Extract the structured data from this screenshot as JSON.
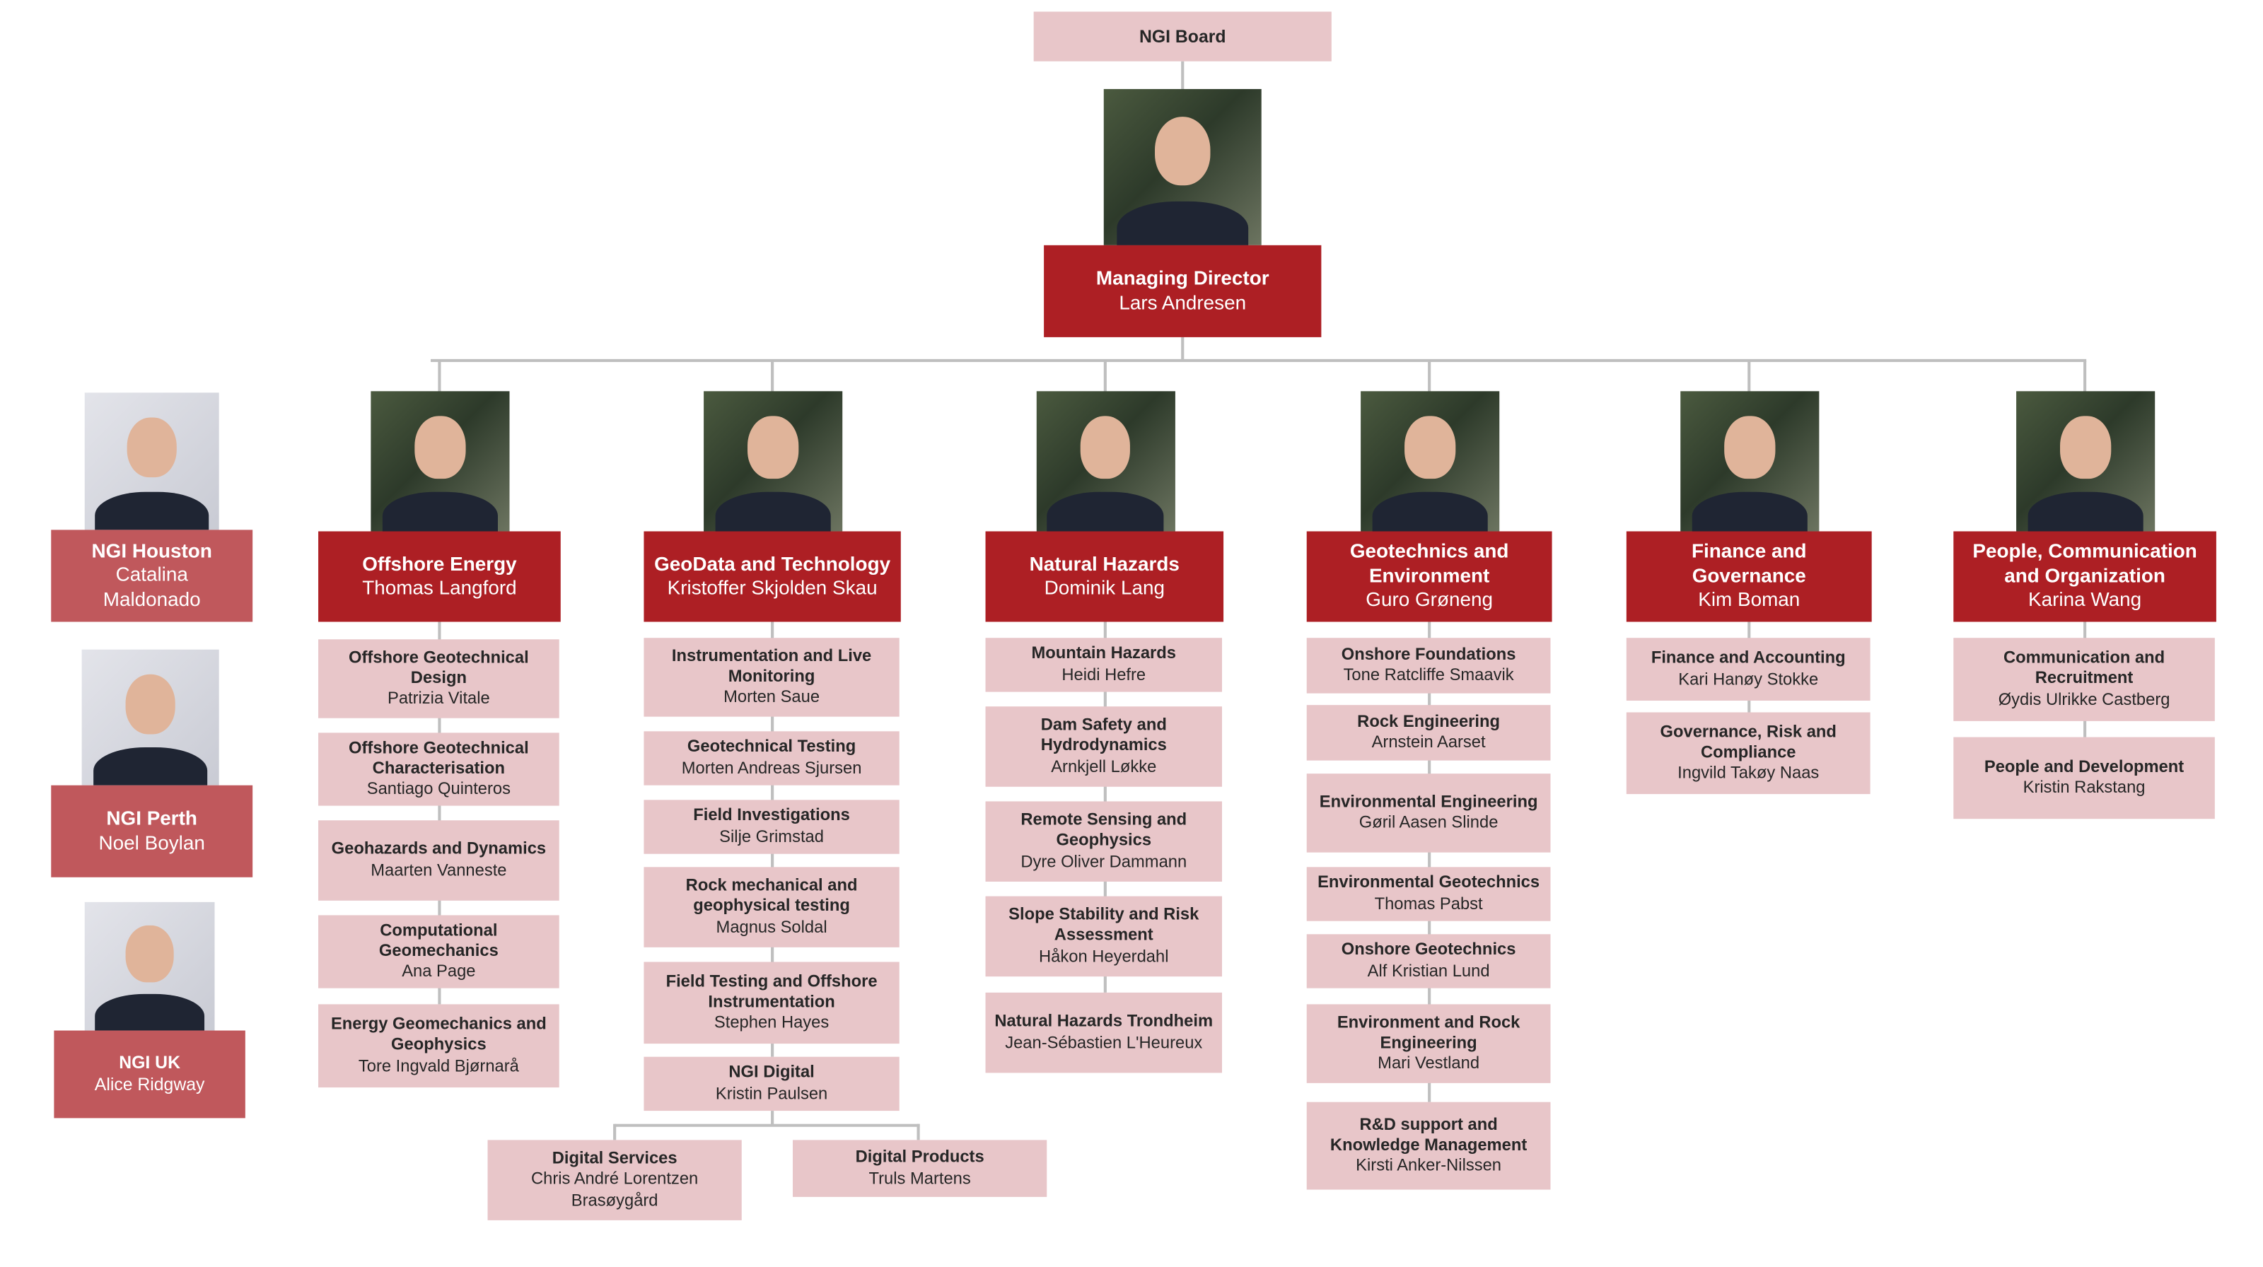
{
  "board": {
    "label": "NGI Board"
  },
  "md": {
    "title": "Managing Director",
    "name": "Lars Andresen"
  },
  "regions": [
    {
      "title": "NGI Houston",
      "name": "Catalina Maldonado"
    },
    {
      "title": "NGI Perth",
      "name": "Noel Boylan"
    },
    {
      "title": "NGI UK",
      "name": "Alice Ridgway"
    }
  ],
  "divisions": [
    {
      "title": "Offshore Energy",
      "name": "Thomas Langford",
      "units": [
        {
          "title": "Offshore Geotechnical Design",
          "name": "Patrizia Vitale"
        },
        {
          "title": "Offshore Geotechnical Characterisation",
          "name": "Santiago Quinteros"
        },
        {
          "title": "Geohazards and Dynamics",
          "name": "Maarten Vanneste"
        },
        {
          "title": "Computational Geomechanics",
          "name": "Ana Page"
        },
        {
          "title": "Energy Geomechanics and Geophysics",
          "name": "Tore Ingvald Bjørnarå"
        }
      ]
    },
    {
      "title": "GeoData and Technology",
      "name": "Kristoffer Skjolden Skau",
      "units": [
        {
          "title": "Instrumentation and Live Monitoring",
          "name": "Morten Saue"
        },
        {
          "title": "Geotechnical Testing",
          "name": "Morten Andreas Sjursen"
        },
        {
          "title": "Field Investigations",
          "name": "Silje Grimstad"
        },
        {
          "title": "Rock mechanical and geophysical testing",
          "name": "Magnus Soldal"
        },
        {
          "title": "Field Testing and Offshore Instrumentation",
          "name": "Stephen Hayes"
        },
        {
          "title": "NGI Digital",
          "name": "Kristin Paulsen"
        }
      ],
      "sub_units": [
        {
          "title": "Digital Services",
          "name": "Chris André Lorentzen Brasøygård"
        },
        {
          "title": "Digital Products",
          "name": "Truls Martens"
        }
      ]
    },
    {
      "title": "Natural Hazards",
      "name": "Dominik Lang",
      "units": [
        {
          "title": "Mountain Hazards",
          "name": "Heidi Hefre"
        },
        {
          "title": "Dam Safety and Hydrodynamics",
          "name": "Arnkjell Løkke"
        },
        {
          "title": "Remote Sensing and Geophysics",
          "name": "Dyre Oliver Dammann"
        },
        {
          "title": "Slope Stability and Risk Assessment",
          "name": "Håkon Heyerdahl"
        },
        {
          "title": "Natural Hazards Trondheim",
          "name": "Jean-Sébastien L'Heureux"
        }
      ]
    },
    {
      "title": "Geotechnics and Environment",
      "name": "Guro Grøneng",
      "units": [
        {
          "title": "Onshore Foundations",
          "name": "Tone Ratcliffe Smaavik"
        },
        {
          "title": "Rock Engineering",
          "name": "Arnstein Aarset"
        },
        {
          "title": "Environmental Engineering",
          "name": "Gøril Aasen Slinde"
        },
        {
          "title": "Environmental Geotechnics",
          "name": "Thomas Pabst"
        },
        {
          "title": "Onshore Geotechnics",
          "name": "Alf Kristian Lund"
        },
        {
          "title": "Environment and Rock Engineering",
          "name": "Mari Vestland"
        },
        {
          "title": "R&D support and Knowledge Management",
          "name": "Kirsti Anker-Nilssen"
        }
      ]
    },
    {
      "title": "Finance and Governance",
      "name": "Kim Boman",
      "units": [
        {
          "title": "Finance and Accounting",
          "name": "Kari Hanøy Stokke"
        },
        {
          "title": "Governance, Risk and Compliance",
          "name": "Ingvild Takøy Naas"
        }
      ]
    },
    {
      "title": "People, Communication and Organization",
      "name": "Karina Wang",
      "units": [
        {
          "title": "Communication and Recruitment",
          "name": "Øydis Ulrikke Castberg"
        },
        {
          "title": "People and Development",
          "name": "Kristin Rakstang"
        }
      ]
    }
  ]
}
